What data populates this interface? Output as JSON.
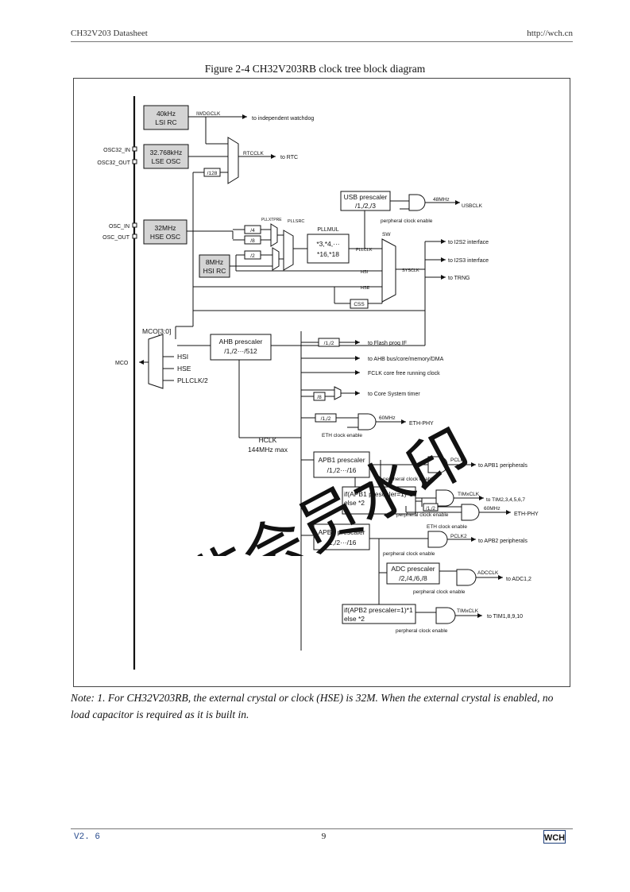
{
  "header": {
    "left": "CH32V203 Datasheet",
    "right": "http://wch.cn"
  },
  "caption": "Figure 2-4 CH32V203RB clock tree block diagram",
  "diagram": {
    "lsi": [
      "40kHz",
      "LSI RC"
    ],
    "iwdgclk": "IWDGCLK",
    "to_iwdg": "to independent watchdog",
    "osc32_in": "OSC32_IN",
    "osc32_out": "OSC32_OUT",
    "lse": [
      "32.768kHz",
      "LSE OSC"
    ],
    "rtcclk": "RTCCLK",
    "to_rtc": "to RTC",
    "div128": "/128",
    "usb_prescaler": [
      "USB prescaler",
      "/1,/2,/3"
    ],
    "mhz48": "48MHz",
    "usbclk": "USBCLK",
    "periph_clk_enable": "perpheral clock enable",
    "osc_in": "OSC_IN",
    "osc_out": "OSC_OUT",
    "hse": [
      "32MHz",
      "HSE OSC"
    ],
    "pllxtpre": "PLLXTPRE",
    "pllsrc": "PLLSRC",
    "pllmul_label": "PLLMUL",
    "pllmul": [
      "*3,*4,···",
      "*16,*18"
    ],
    "div4": "/4",
    "div8": "/8",
    "div2": "/2",
    "hsi": [
      "8MHz",
      "HSI RC"
    ],
    "sw": "SW",
    "pllclk": "PLLCLK",
    "hsi_in": "HSI",
    "hse_in": "HSE",
    "sysclk": "SYSCLK",
    "css": "CSS",
    "to_i2s2": "to I2S2 interface",
    "to_i2s3": "to I2S3 interface",
    "to_trng": "to TRNG",
    "mco_sel": "MCO[3:0]",
    "mco": "MCO",
    "mco_hsi": "HSI",
    "mco_hse": "HSE",
    "mco_pll": "PLLCLK/2",
    "ahb_prescaler": [
      "AHB prescaler",
      "/1,/2···/512"
    ],
    "div1_2": "/1,/2",
    "to_flash": "to Flash prog IF",
    "to_ahb": "to AHB bus/core/memory/DMA",
    "fclk": "FCLK core free running clock",
    "to_systimer": "to Core System timer",
    "mhz60": "60MHz",
    "eth_phy": "ETH-PHY",
    "eth_clk_enable": "ETH clock enable",
    "hclk": "HCLK",
    "hclk_max": "144MHz max",
    "apb1_prescaler": [
      "APB1 prescaler",
      "/1,/2···/16"
    ],
    "pclk1": "PCLK1",
    "to_apb1": "to APB1 peripherals",
    "if_apb1": [
      "if(APB1 prescaler=1)*1",
      "else  *2"
    ],
    "timxclk": "TIMxCLK",
    "to_tim2_7": "to TIM2,3,4,5,6,7",
    "apb2_prescaler": [
      "APB2 prescaler",
      "/1,/2···/16"
    ],
    "pclk2": "PCLK2",
    "to_apb2": "to APB2 peripherals",
    "adc_prescaler": [
      "ADC prescaler",
      "/2,/4,/6,/8"
    ],
    "adcclk": "ADCCLK",
    "to_adc": "to ADC1,2",
    "if_apb2": [
      "if(APB2 prescaler=1)*1",
      "else  *2"
    ],
    "to_tim1": "to TIM1,8,9,10"
  },
  "watermark": "非会员水印",
  "note": "Note: 1. For CH32V203RB, the external crystal or clock (HSE) is 32M. When the external crystal is enabled, no load capacitor is required as it is built in.",
  "footer": {
    "version": "V2. 6",
    "page": "9",
    "logo": "WCH"
  }
}
